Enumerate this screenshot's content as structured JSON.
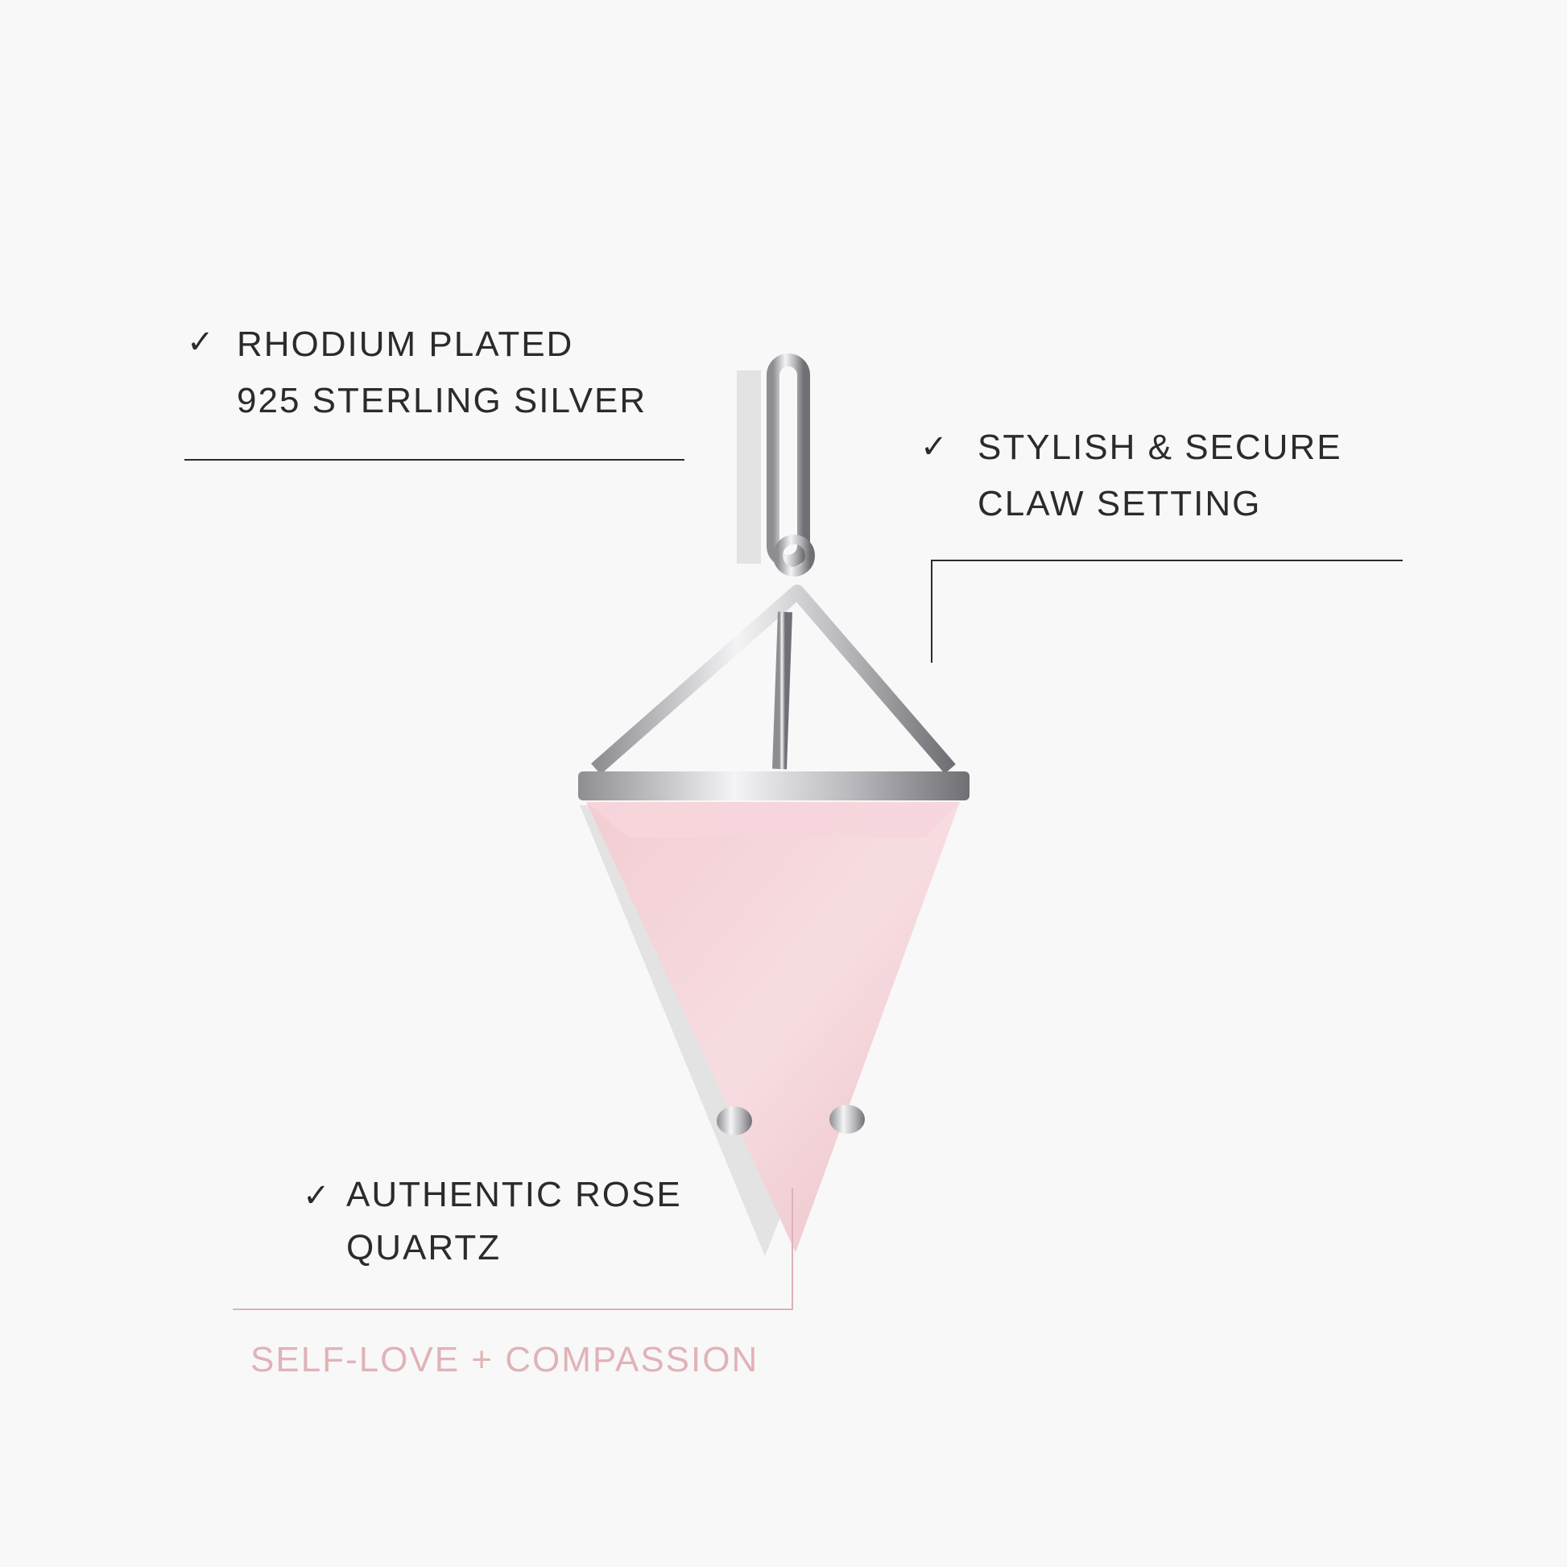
{
  "features": [
    {
      "lines": [
        "RHODIUM PLATED",
        "925 STERLING SILVER"
      ],
      "icon": "check-icon"
    },
    {
      "lines": [
        "STYLISH & SECURE",
        "CLAW SETTING"
      ],
      "icon": "check-icon"
    },
    {
      "lines": [
        "AUTHENTIC ROSE",
        "QUARTZ"
      ],
      "icon": "check-icon"
    }
  ],
  "check_glyph": "✓",
  "benefit": "SELF-LOVE + COMPASSION",
  "colors": {
    "text": "#2b2b2b",
    "accent_pink": "#e0b3b7",
    "quartz": "#f3cfd6",
    "silver": "#c9c9cc"
  }
}
